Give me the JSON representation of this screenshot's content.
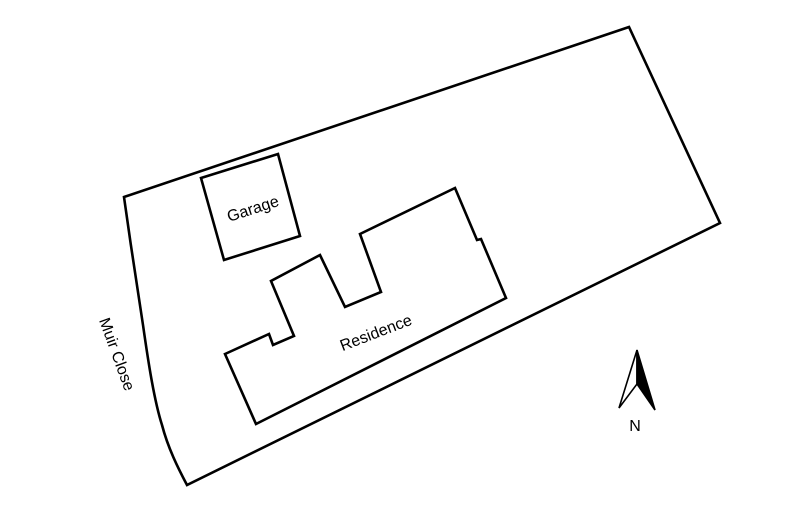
{
  "labels": {
    "garage": "Garage",
    "residence": "Residence",
    "street": "Muir Close",
    "north": "N"
  },
  "icons": {
    "north_arrow": "north-arrow-icon"
  },
  "colors": {
    "line": "#000000",
    "background": "#ffffff"
  }
}
